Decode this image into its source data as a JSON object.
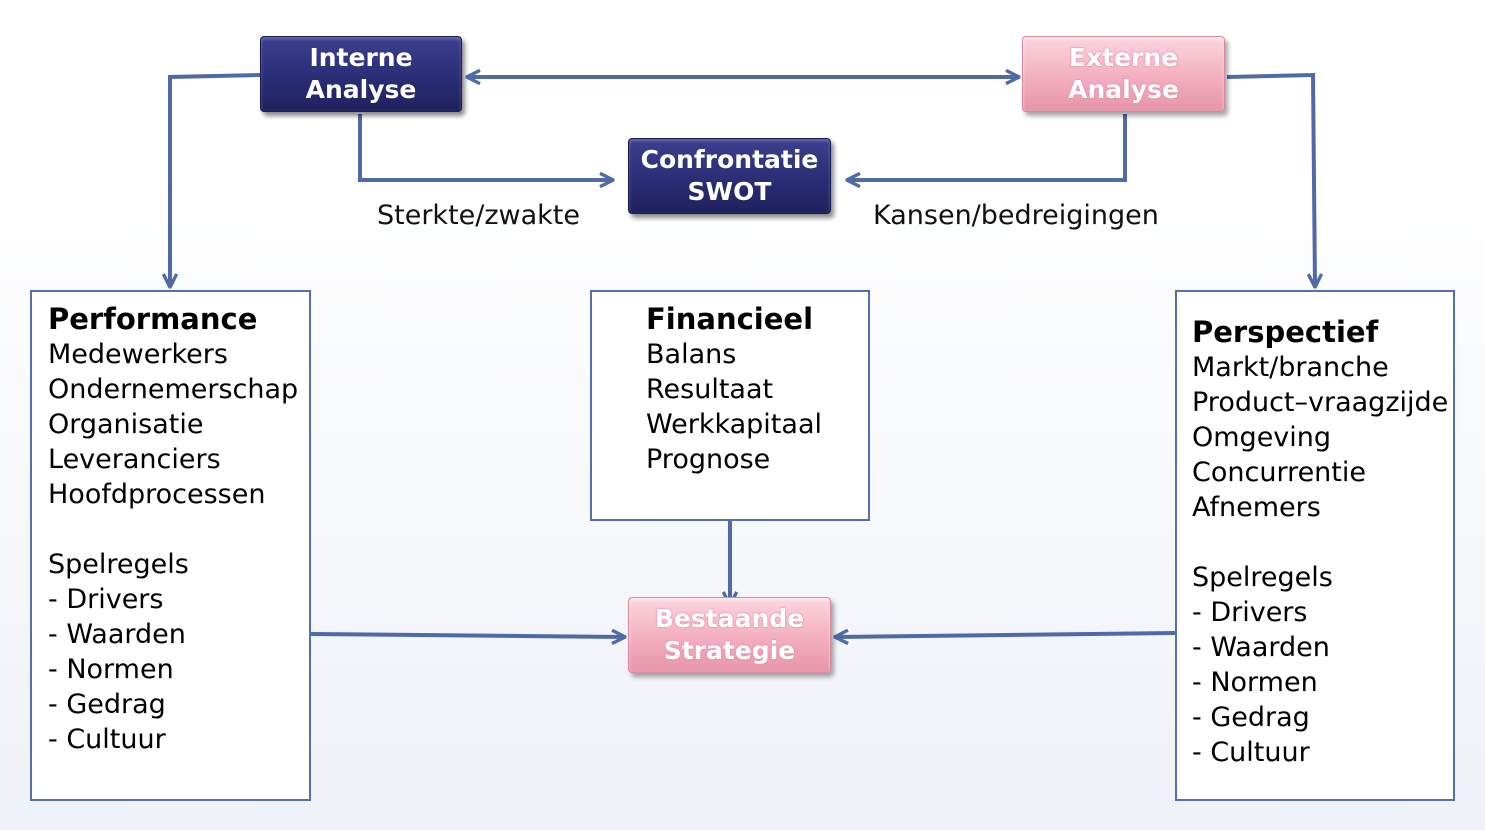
{
  "nodes": {
    "interne": {
      "line1": "Interne",
      "line2": "Analyse"
    },
    "externe": {
      "line1": "Externe",
      "line2": "Analyse"
    },
    "confrontatie": {
      "line1": "Confrontatie",
      "line2": "SWOT"
    },
    "bestaande": {
      "line1": "Bestaande",
      "line2": "Strategie"
    }
  },
  "edge_labels": {
    "strengths": "Sterkte/zwakte",
    "opportunities": "Kansen/bedreigingen"
  },
  "performance": {
    "title": "Performance",
    "items": [
      "Medewerkers",
      "Ondernemerschap",
      "Organisatie",
      "Leveranciers",
      "Hoofdprocessen"
    ],
    "rules_title": "Spelregels",
    "rules": [
      "- Drivers",
      "- Waarden",
      "- Normen",
      "- Gedrag",
      "- Cultuur"
    ]
  },
  "financieel": {
    "title": "Financieel",
    "items": [
      "Balans",
      "Resultaat",
      "Werkkapitaal",
      "Prognose"
    ]
  },
  "perspectief": {
    "title": "Perspectief",
    "items": [
      "Markt/branche",
      "Product–vraagzijde",
      "Omgeving",
      "Concurrentie",
      "Afnemers"
    ],
    "rules_title": "Spelregels",
    "rules": [
      "- Drivers",
      "- Waarden",
      "- Normen",
      "- Gedrag",
      "- Cultuur"
    ]
  },
  "colors": {
    "dark_node": "#2b2d75",
    "pink_node": "#f3aebf",
    "arrow": "#4f6aa7",
    "box_border": "#5470aa"
  }
}
